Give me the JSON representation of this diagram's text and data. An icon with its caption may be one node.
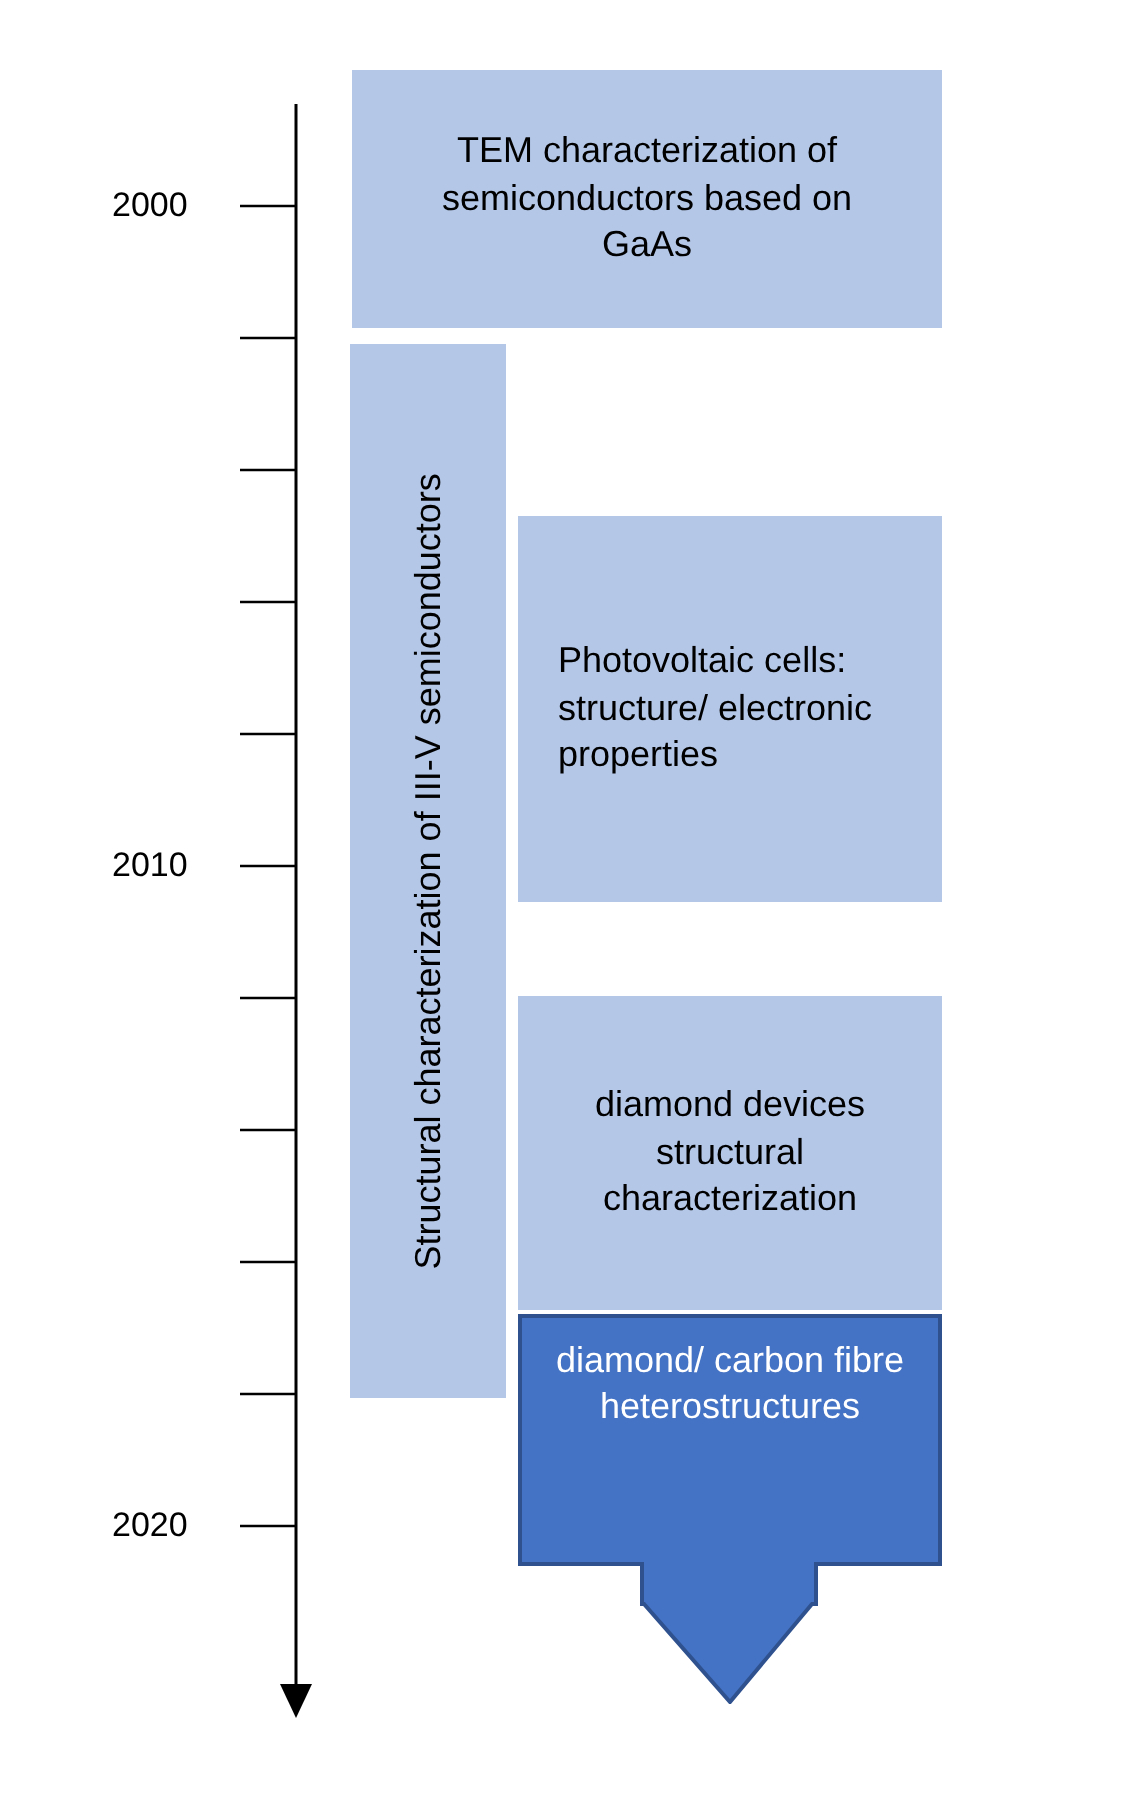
{
  "diagram": {
    "nodes": [
      {
        "text": [
          "TEM characterization of semiconductors based on GaAs"
        ]
      },
      {
        "text": [
          "Structural characterization of III-V semiconductors"
        ]
      },
      {
        "text": [
          "Photovoltaic cells: structure/ electronic properties"
        ]
      },
      {
        "text": [
          "diamond devices structural characterization"
        ]
      },
      {
        "text": [
          "diamond/ carbon fibre heterostructures"
        ]
      }
    ],
    "labels": [
      "2000",
      "2010",
      "2020"
    ]
  }
}
